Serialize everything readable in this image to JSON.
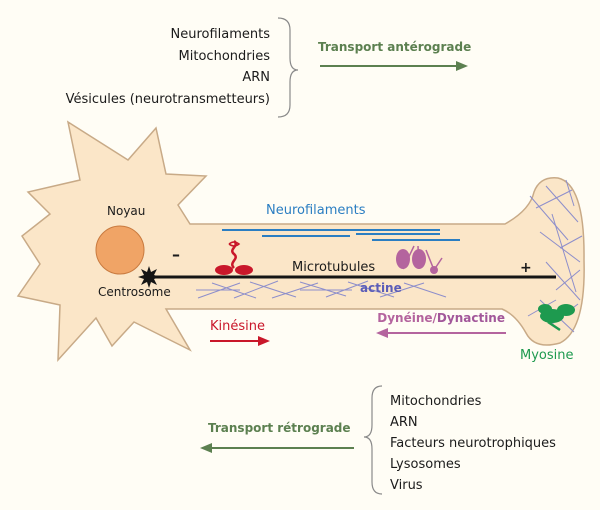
{
  "anterograde_cargo": [
    "Neurofilaments",
    "Mitochondries",
    "ARN",
    "Vésicules (neurotransmetteurs)"
  ],
  "anterograde_label": "Transport antérograde",
  "retrograde_label": "Transport rétrograde",
  "retrograde_cargo": [
    "Mitochondries",
    "ARN",
    "Facteurs neurotrophiques",
    "Lysosomes",
    "Virus"
  ],
  "cell_labels": {
    "noyau": "Noyau",
    "centrosome": "Centrosome",
    "neurofilaments": "Neurofilaments",
    "microtubules": "Microtubules",
    "actine": "actine",
    "minus": "–",
    "plus": "+"
  },
  "motors": {
    "kinesine": "Kinésine",
    "dyneine": "Dynéine",
    "slash": "/",
    "dynactine": "Dynactine",
    "myosine": "Myosine"
  },
  "colors": {
    "cell_fill": "#fbe6c8",
    "cell_stroke": "#c8aa87",
    "transport_green": "#5c8050",
    "neurofilament_blue": "#2b7ec2",
    "actin_violet": "#8d8ecb",
    "microtubule": "#151515",
    "nucleus": "#f0a466",
    "kinesin_red": "#c9172a",
    "dynein_pink": "#b4649e",
    "myosin_green": "#1e9a4f"
  }
}
